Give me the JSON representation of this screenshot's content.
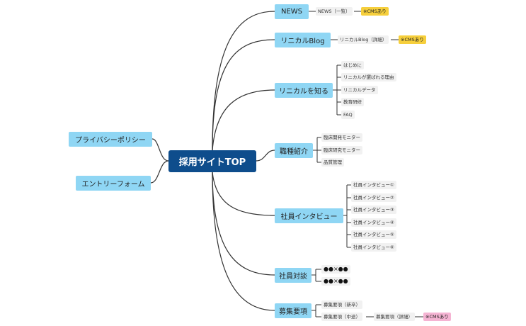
{
  "root": "採用サイトTOP",
  "left_nodes": [
    "プライバシーポリシー",
    "エントリーフォーム"
  ],
  "branches": [
    {
      "label": "NEWS",
      "leaves": [
        "NEWS（一覧）"
      ],
      "badge": "※CMSあり"
    },
    {
      "label": "リニカルBlog",
      "leaves": [
        "リニカルBlog（詳細）"
      ],
      "badge": "※CMSあり"
    },
    {
      "label": "リニカルを知る",
      "leaves": [
        "はじめに",
        "リニカルが選ばれる理由",
        "リニカルデータ",
        "教育研修",
        "FAQ"
      ]
    },
    {
      "label": "職種紹介",
      "leaves": [
        "臨床開発モニター",
        "臨床研究モニター",
        "品質管理"
      ]
    },
    {
      "label": "社員インタビュー",
      "leaves": [
        "社員インタビュー①",
        "社員インタビュー②",
        "社員インタビュー③",
        "社員インタビュー④",
        "社員インタビュー⑤",
        "社員インタビュー⑥"
      ]
    },
    {
      "label": "社員対談",
      "leaves": [
        "●●×●●",
        "●●×●●"
      ]
    },
    {
      "label": "募集要項",
      "leaves": [
        "募集要項（新卒）",
        "募集要項（中途）"
      ],
      "sub": "募集要項（詳細）",
      "badge": "※CMSあり"
    }
  ],
  "colors": {
    "root": "#0e4d8c",
    "node": "#8fd6f4",
    "cms_yellow": "#f6cf3c",
    "cms_pink": "#f5b4d3",
    "line": "#333333"
  }
}
